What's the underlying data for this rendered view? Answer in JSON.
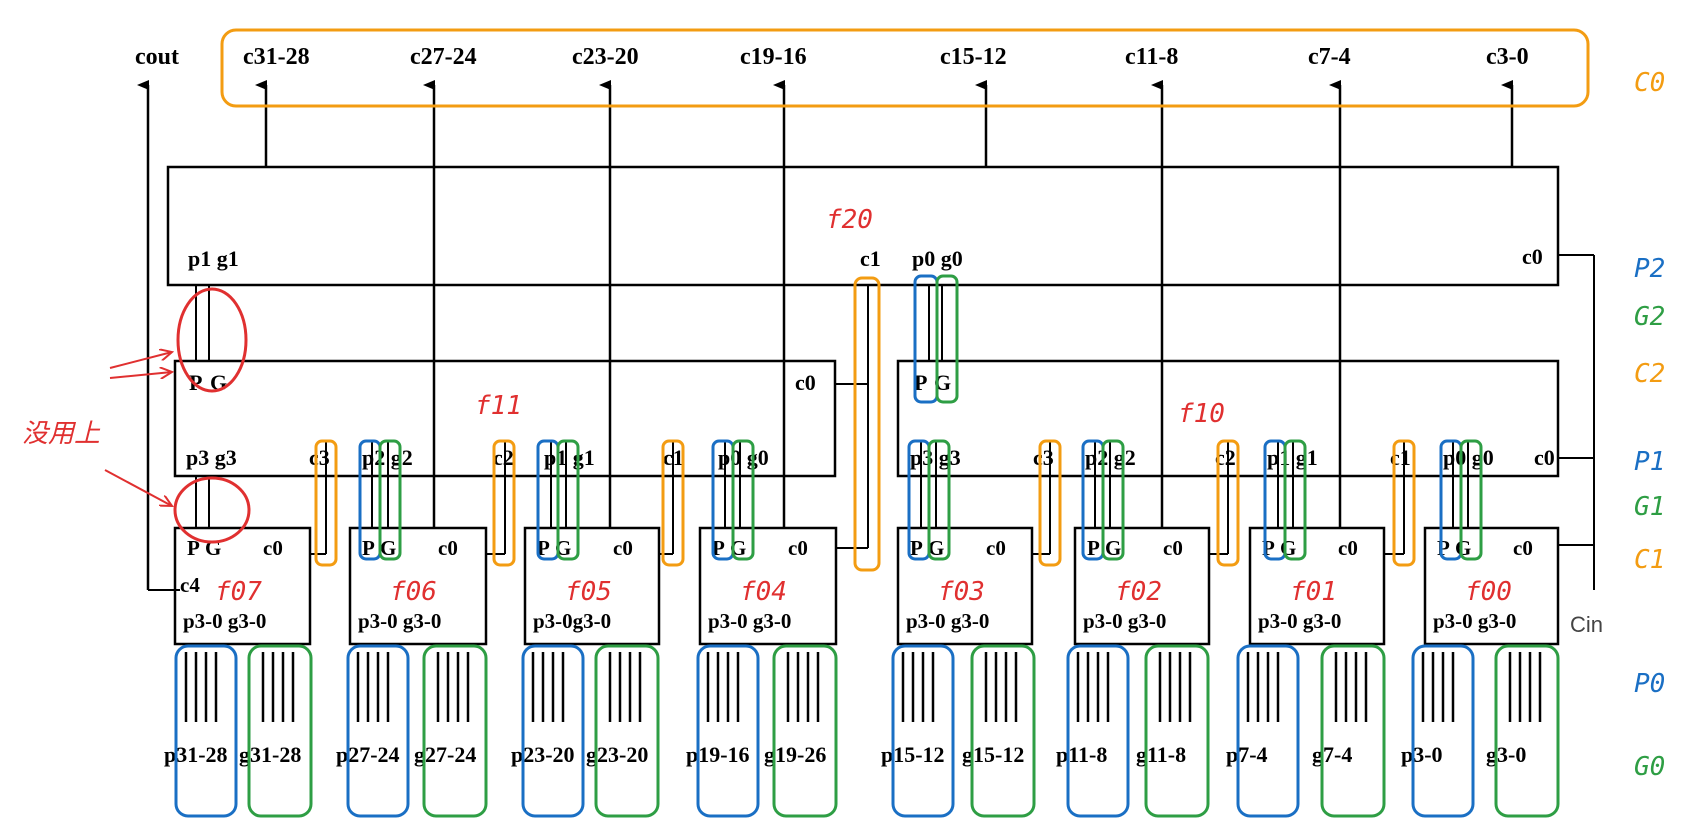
{
  "diagram": {
    "cout": "cout",
    "cin": "Cin",
    "outputs": [
      "c31-28",
      "c27-24",
      "c23-20",
      "c19-16",
      "c15-12",
      "c11-8",
      "c7-4",
      "c3-0"
    ],
    "top_block": {
      "p1g1": "p1 g1",
      "c1": "c1",
      "p0g0": "p0 g0",
      "c0": "c0"
    },
    "mid_blocks": {
      "left_c0": "c0",
      "right_c0": "c0",
      "P": "P",
      "G": "G",
      "ports": [
        "p3 g3",
        "c3",
        "p2 g2",
        "c2",
        "p1 g1",
        "c1",
        "p0 g0"
      ],
      "ports_right": [
        "p3 g3",
        "c3",
        "p2 g2",
        "c2",
        "p1 g1",
        "c1",
        "p0 g0",
        "c0"
      ]
    },
    "units": {
      "P": "P",
      "G": "G",
      "c0": "c0",
      "c4": "c4",
      "pg_labels": [
        "p3-0  g3-0",
        "p3-0  g3-0",
        "p3-0g3-0",
        "p3-0  g3-0",
        "p3-0  g3-0",
        "p3-0  g3-0",
        "p3-0  g3-0",
        "p3-0  g3-0"
      ]
    },
    "inputs": {
      "p": [
        "p31-28",
        "p27-24",
        "p23-20",
        "p19-16",
        "p15-12",
        "p11-8",
        "p7-4",
        "p3-0"
      ],
      "g": [
        "g31-28",
        "g27-24",
        "g23-20",
        "g19-26",
        "g15-12",
        "g11-8",
        "g7-4",
        "g3-0"
      ]
    }
  },
  "annotations": {
    "unit_tags": [
      "f07",
      "f06",
      "f05",
      "f04",
      "f03",
      "f02",
      "f01",
      "f00"
    ],
    "f20": "f20",
    "f11": "f11",
    "f10": "f10",
    "unused_note": "没用上",
    "right_labels": [
      "C0",
      "P2",
      "G2",
      "C2",
      "P1",
      "G1",
      "C1",
      "P0",
      "G0"
    ],
    "colors": {
      "orange": "#f39c12",
      "blue": "#1a6fc4",
      "green": "#2e9e44",
      "red": "#e03030"
    }
  }
}
